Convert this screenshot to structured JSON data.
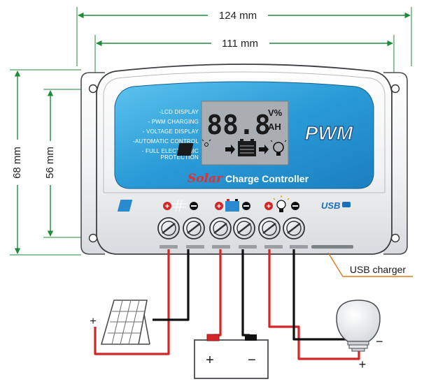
{
  "dimensions": {
    "outer_width": "124 mm",
    "inner_width": "111 mm",
    "outer_height": "68 mm",
    "inner_height": "56 mm"
  },
  "features": [
    "-LCD DISPLAY",
    "- PWM CHARGING",
    "- VOLTAGE DISPLAY",
    "-AUTOMATIC CONTROL",
    "- FULL ELECTRONIC",
    "PROTECTION"
  ],
  "lcd": {
    "digits": "88.8",
    "unit_top": "V%",
    "unit_bottom": "AH"
  },
  "brand": {
    "pwm": "PWM",
    "solar": "Solar",
    "title": "Charge Controller",
    "usb": "USB"
  },
  "callouts": {
    "usb_charger": "USB charger"
  },
  "polarity": {
    "plus": "+",
    "minus": "−"
  },
  "colors": {
    "wire_red": "#d42626",
    "wire_black": "#111111",
    "dim_green": "#1e8a3a",
    "panel_blue": "#2a9bd6",
    "usb_line": "#e07a1a",
    "title_red": "#e03030"
  }
}
